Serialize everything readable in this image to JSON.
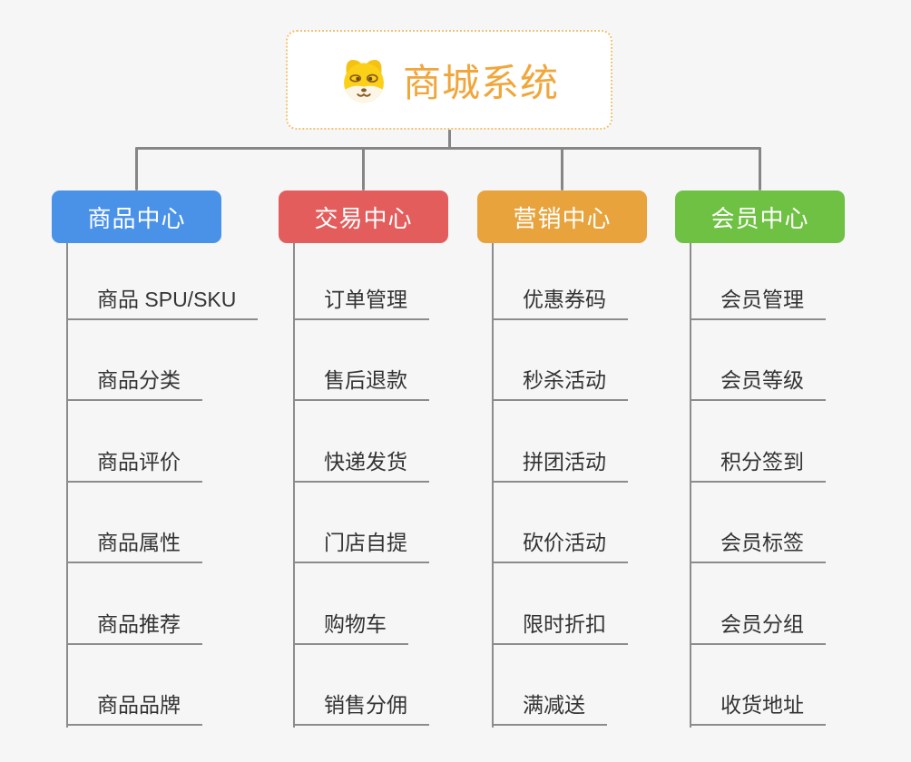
{
  "root": {
    "title": "商城系统",
    "icon": "doge-face-icon",
    "accent_color": "#f0a63b",
    "border_color": "#f2c272"
  },
  "branches": [
    {
      "label": "商品中心",
      "color": "#4a92e8",
      "items": [
        "商品 SPU/SKU",
        "商品分类",
        "商品评价",
        "商品属性",
        "商品推荐",
        "商品品牌"
      ]
    },
    {
      "label": "交易中心",
      "color": "#e35d5d",
      "items": [
        "订单管理",
        "售后退款",
        "快递发货",
        "门店自提",
        "购物车",
        "销售分佣"
      ]
    },
    {
      "label": "营销中心",
      "color": "#e8a33c",
      "items": [
        "优惠券码",
        "秒杀活动",
        "拼团活动",
        "砍价活动",
        "限时折扣",
        "满减送"
      ]
    },
    {
      "label": "会员中心",
      "color": "#6ec142",
      "items": [
        "会员管理",
        "会员等级",
        "积分签到",
        "会员标签",
        "会员分组",
        "收货地址"
      ]
    }
  ],
  "colors": {
    "background": "#f6f6f7",
    "connector": "#868686",
    "underline": "#8c8c8c",
    "topic_text": "#333333"
  }
}
